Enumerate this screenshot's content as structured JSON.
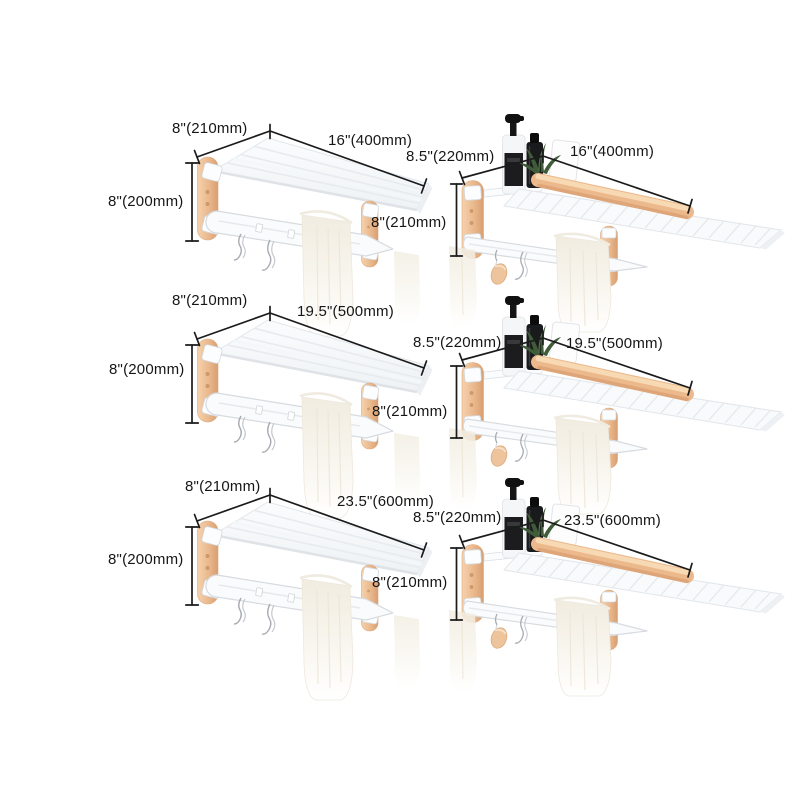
{
  "page": {
    "background": "#ffffff",
    "description_rows": 3,
    "description_columns": 2
  },
  "colors": {
    "annotation_line": "#1b1b1b",
    "label_text": "#161616",
    "wood_light": "#f5d2ad",
    "wood_mid": "#ecb98c",
    "wood_dark": "#d89f70",
    "metal_white": "#fafbfc",
    "metal_outline": "#d7dbdf",
    "towel": "#f3efe5",
    "plant_green": "#3f5c38",
    "bottle_black": "#191a1c"
  },
  "cells": [
    {
      "id": "rack-400-plain",
      "view": "folded-rack-front-left-view",
      "size_variant": "400mm",
      "labels": {
        "depth": "8\"(210mm)",
        "width": "16\"(400mm)",
        "height": "8\"(200mm)"
      }
    },
    {
      "id": "rack-400-styled",
      "view": "rack-with-accessories-right-view",
      "size_variant": "400mm",
      "labels": {
        "depth": "8.5\"(220mm)",
        "width": "16\"(400mm)",
        "height": "8\"(210mm)"
      }
    },
    {
      "id": "rack-500-plain",
      "view": "folded-rack-front-left-view",
      "size_variant": "500mm",
      "labels": {
        "depth": "8\"(210mm)",
        "width": "19.5\"(500mm)",
        "height": "8\"(200mm)"
      }
    },
    {
      "id": "rack-500-styled",
      "view": "rack-with-accessories-right-view",
      "size_variant": "500mm",
      "labels": {
        "depth": "8.5\"(220mm)",
        "width": "19.5\"(500mm)",
        "height": "8\"(210mm)"
      }
    },
    {
      "id": "rack-600-plain",
      "view": "folded-rack-front-left-view",
      "size_variant": "600mm",
      "labels": {
        "depth": "8\"(210mm)",
        "width": "23.5\"(600mm)",
        "height": "8\"(200mm)"
      }
    },
    {
      "id": "rack-600-styled",
      "view": "rack-with-accessories-right-view",
      "size_variant": "600mm",
      "labels": {
        "depth": "8.5\"(220mm)",
        "width": "23.5\"(600mm)",
        "height": "8\"(210mm)"
      }
    }
  ]
}
